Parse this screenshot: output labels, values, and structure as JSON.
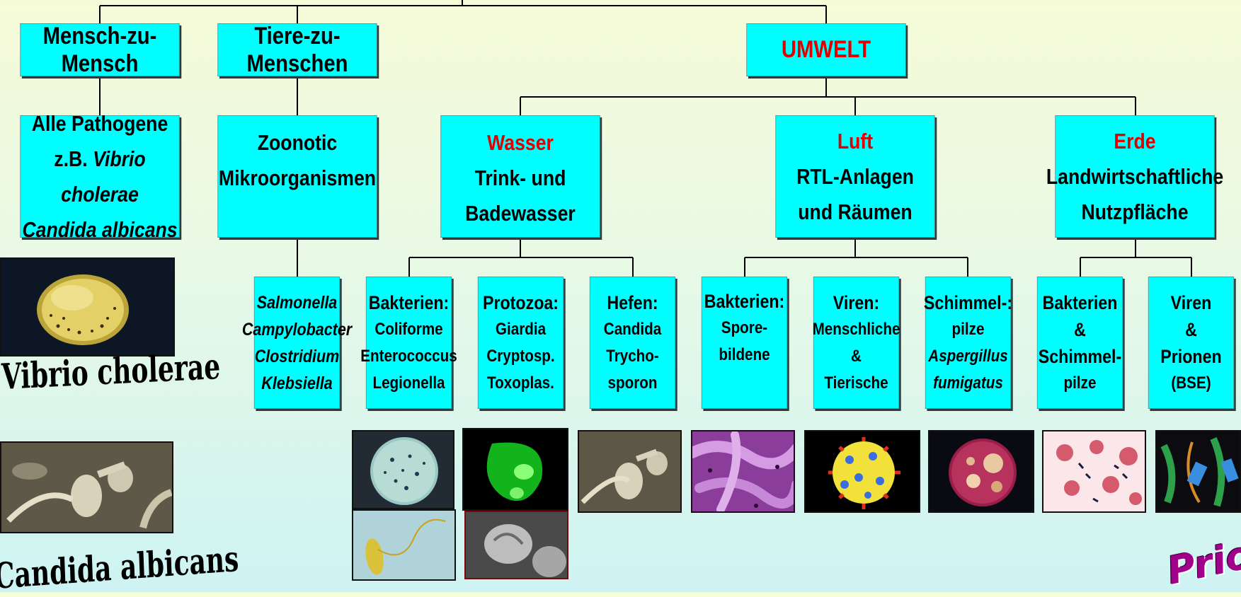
{
  "level1": {
    "mensch": "Mensch-zu-Mensch",
    "tiere": "Tiere-zu-Menschen",
    "umwelt": "UMWELT"
  },
  "level2": {
    "mensch": [
      "Alle Pathogene",
      "z.B.",
      "Vibrio cholerae",
      "Candida albicans"
    ],
    "tiere": [
      "Zoonotic",
      "Mikroorganismen"
    ],
    "wasser": [
      "Wasser",
      "Trink- und Badewasser"
    ],
    "luft": [
      "Luft",
      "RTL-Anlagen",
      "und Räumen"
    ],
    "erde": [
      "Erde",
      "Landwirtschaftliche",
      "Nutzpfläche"
    ]
  },
  "level3": {
    "zoonotic": [
      "Salmonella",
      "Campylobacter",
      "Clostridium",
      "Klebsiella"
    ],
    "w_bakterien": [
      "Bakterien:",
      "Coliforme",
      "Enterococcus",
      "Legionella"
    ],
    "w_protozoa": [
      "Protozoa:",
      "Giardia",
      "Cryptosp.",
      "Toxoplas."
    ],
    "w_hefen": [
      "Hefen:",
      "Candida",
      "Trycho-",
      "sporon"
    ],
    "l_bakterien": [
      "Bakterien:",
      "Spore-",
      "bildene"
    ],
    "l_viren": [
      "Viren:",
      "Menschliche",
      "&",
      "Tierische"
    ],
    "l_schimmel": [
      "Schimmel-:",
      "pilze",
      "Aspergillus",
      "fumigatus"
    ],
    "e_bakterien": [
      "Bakterien",
      "&",
      "Schimmel-",
      "pilze"
    ],
    "e_viren": [
      "Viren",
      "&",
      "Prionen",
      "(BSE)"
    ]
  },
  "captions": {
    "vibrio": "Vibrio cholerae",
    "candida": "Candida albicans",
    "prion": "Prion"
  },
  "images": [
    "vibrio-colony-plate",
    "candida-sem",
    "coliform-plate",
    "giardia-fluorescence",
    "candida-hyphae-sem",
    "spore-bacteria-sem",
    "virus-model",
    "aspergillus-plate",
    "bacteria-tissue-stain",
    "prion-protein-model",
    "legionella-flagellum",
    "cryptosporidium-sem"
  ],
  "colors": {
    "box": "#00ffff",
    "accent": "#e00000",
    "prion": "#a0008a"
  }
}
